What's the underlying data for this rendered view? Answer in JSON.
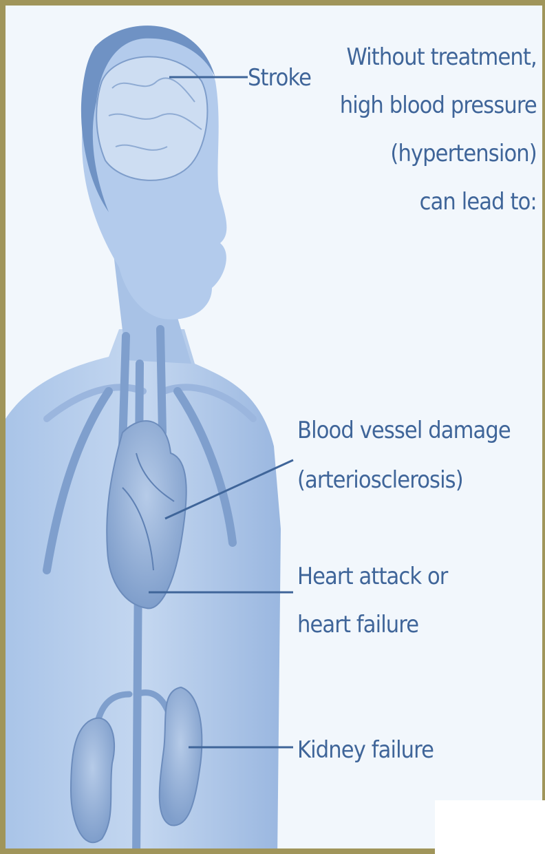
{
  "intro": {
    "line1": "Without treatment,",
    "line2": "high blood pressure",
    "line3": "(hypertension)",
    "line4": "can lead to:"
  },
  "labels": {
    "stroke": "Stroke",
    "vessel_line1": "Blood vessel damage",
    "vessel_line2": "(arteriosclerosis)",
    "heart_line1": "Heart attack or",
    "heart_line2": "heart failure",
    "kidney": "Kidney failure"
  },
  "colors": {
    "label_text": "#3f6599",
    "body_fill": "#9ebbe3",
    "frame_border": "#a0955a",
    "background": "#f2f7fc"
  }
}
